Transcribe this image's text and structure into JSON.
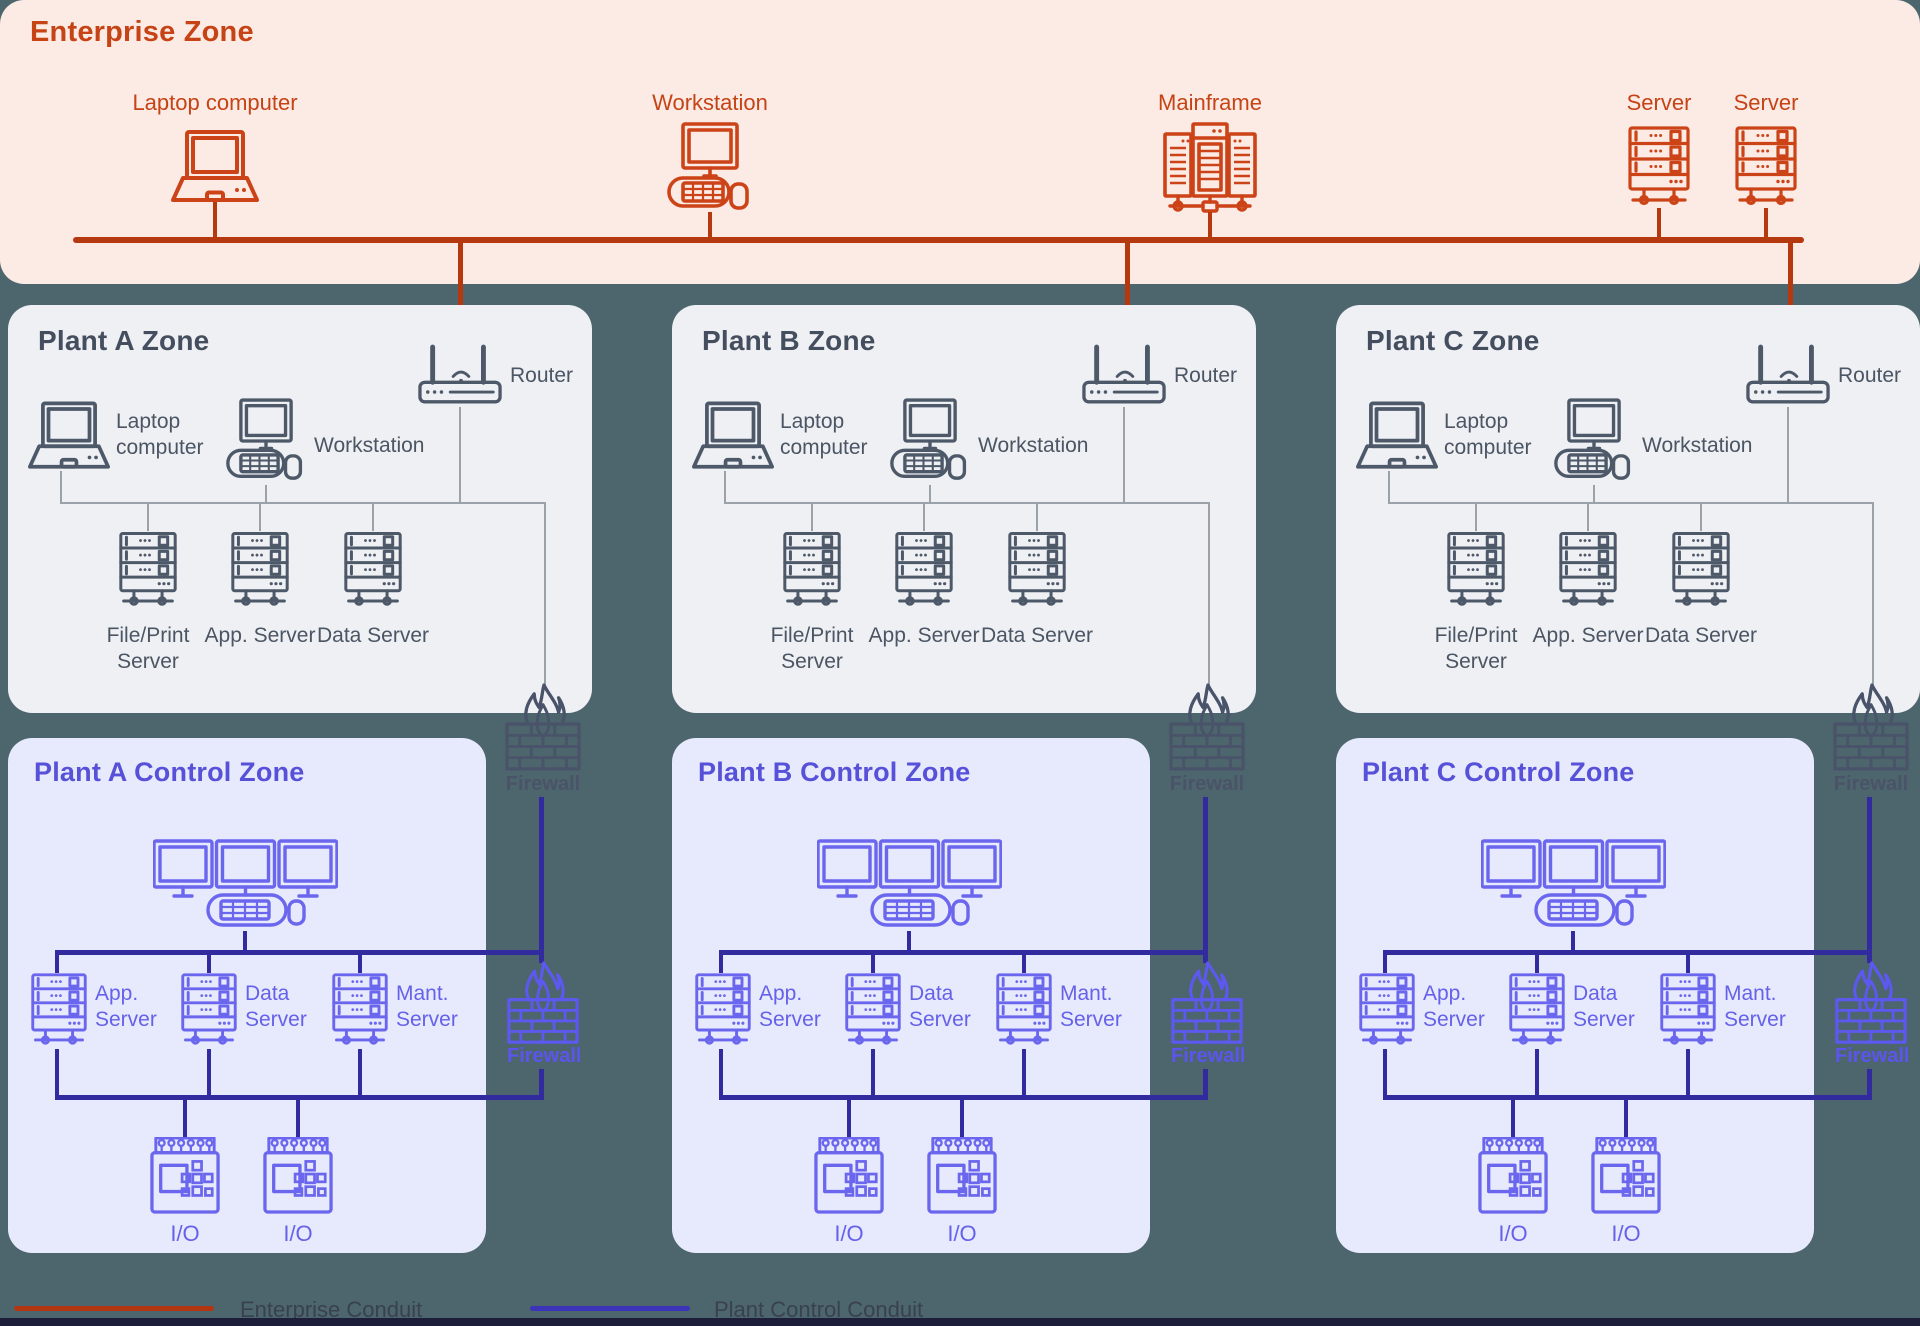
{
  "enterprise": {
    "title": "Enterprise Zone",
    "devices": [
      {
        "icon": "laptop-icon",
        "label": "Laptop computer"
      },
      {
        "icon": "workstation-icon",
        "label": "Workstation"
      },
      {
        "icon": "mainframe-icon",
        "label": "Mainframe"
      },
      {
        "icon": "server-icon",
        "label": "Server"
      },
      {
        "icon": "server-icon",
        "label": "Server"
      }
    ]
  },
  "plant_zone": {
    "titles": [
      "Plant A Zone",
      "Plant B Zone",
      "Plant C Zone"
    ],
    "laptop_label": "Laptop computer",
    "workstation_label": "Workstation",
    "router_label": "Router",
    "server_labels": [
      "File/Print Server",
      "App. Server",
      "Data Server"
    ]
  },
  "control_zone": {
    "titles": [
      "Plant A Control Zone",
      "Plant B Control Zone",
      "Plant C Control Zone"
    ],
    "server_labels": [
      "App. Server",
      "Data Server",
      "Mant. Server"
    ],
    "io_labels": [
      "I/O",
      "I/O"
    ]
  },
  "firewall_label": "Firewall",
  "legend": {
    "items": [
      {
        "label": "Enterprise Conduit",
        "color": "#b23710"
      },
      {
        "label": "Plant Control Conduit",
        "color": "#3b33b8"
      }
    ]
  },
  "colors": {
    "background": "#4d666d",
    "enterprise_panel": "#fceae4",
    "plant_panel": "#eef0f4",
    "control_panel": "#e7eafc",
    "enterprise_accent": "#cc4317",
    "enterprise_conduit": "#b5380e",
    "plant_accent": "#4d5868",
    "plant_connector": "#9aa1a9",
    "control_accent": "#6b66ee",
    "control_conduit": "#322b9f",
    "bottom_bar": "#1d1f3a"
  }
}
